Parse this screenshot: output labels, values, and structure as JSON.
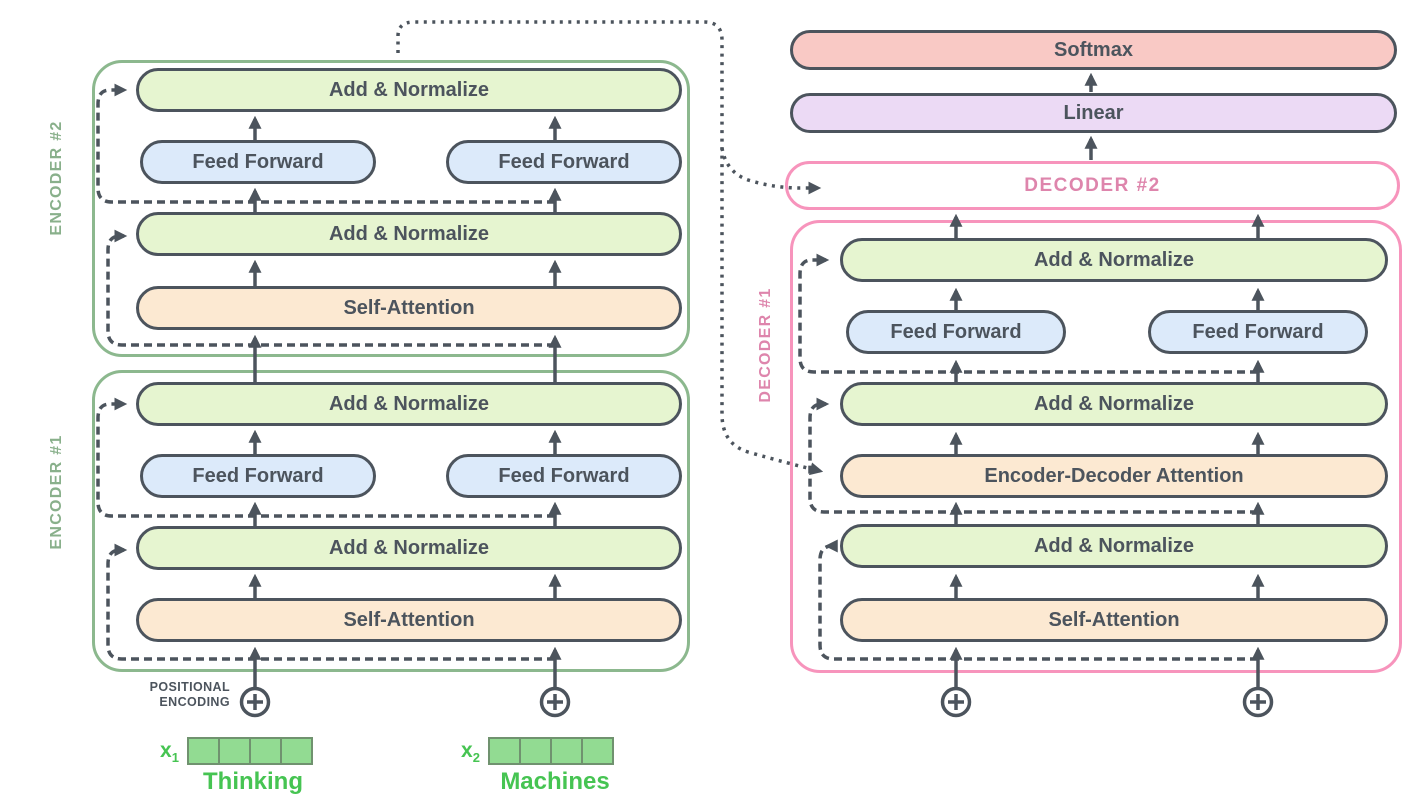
{
  "diagram": {
    "title_implied": "Transformer encoder-decoder stack",
    "encoder2": {
      "label": "ENCODER #2",
      "add_normalize_top": "Add & Normalize",
      "feed_forward_left": "Feed Forward",
      "feed_forward_right": "Feed Forward",
      "add_normalize_mid": "Add & Normalize",
      "self_attention": "Self-Attention"
    },
    "encoder1": {
      "label": "ENCODER #1",
      "add_normalize_top": "Add & Normalize",
      "feed_forward_left": "Feed Forward",
      "feed_forward_right": "Feed Forward",
      "add_normalize_mid": "Add & Normalize",
      "self_attention": "Self-Attention"
    },
    "decoder2": {
      "label": "DECODER #2"
    },
    "decoder1": {
      "label": "DECODER #1",
      "add_normalize_top": "Add & Normalize",
      "feed_forward_left": "Feed Forward",
      "feed_forward_right": "Feed Forward",
      "add_normalize_mid": "Add & Normalize",
      "encoder_decoder_attention": "Encoder-Decoder Attention",
      "add_normalize_bottom": "Add & Normalize",
      "self_attention": "Self-Attention"
    },
    "output_head": {
      "softmax": "Softmax",
      "linear": "Linear"
    },
    "positional_encoding": {
      "line1": "POSITIONAL",
      "line2": "ENCODING"
    },
    "inputs": {
      "x1": {
        "symbol": "x",
        "subscript": "1",
        "word": "Thinking",
        "cells": 4
      },
      "x2": {
        "symbol": "x",
        "subscript": "2",
        "word": "Machines",
        "cells": 4
      }
    },
    "icons": {
      "positional_add": "plus-circle"
    },
    "colors": {
      "outline_dark": "#4c545d",
      "pill_green": "#e6f5d0",
      "pill_blue": "#dceafa",
      "pill_orange": "#fce9d2",
      "pill_salmon": "#f9c9c5",
      "pill_purple": "#ecdaf5",
      "encoder_green": "#8cb88e",
      "decoder_pink": "#f794bc",
      "decoder_text_pink": "#de85ac",
      "embedding_green": "#46c452",
      "embedding_cell_fill": "#92db92"
    }
  }
}
